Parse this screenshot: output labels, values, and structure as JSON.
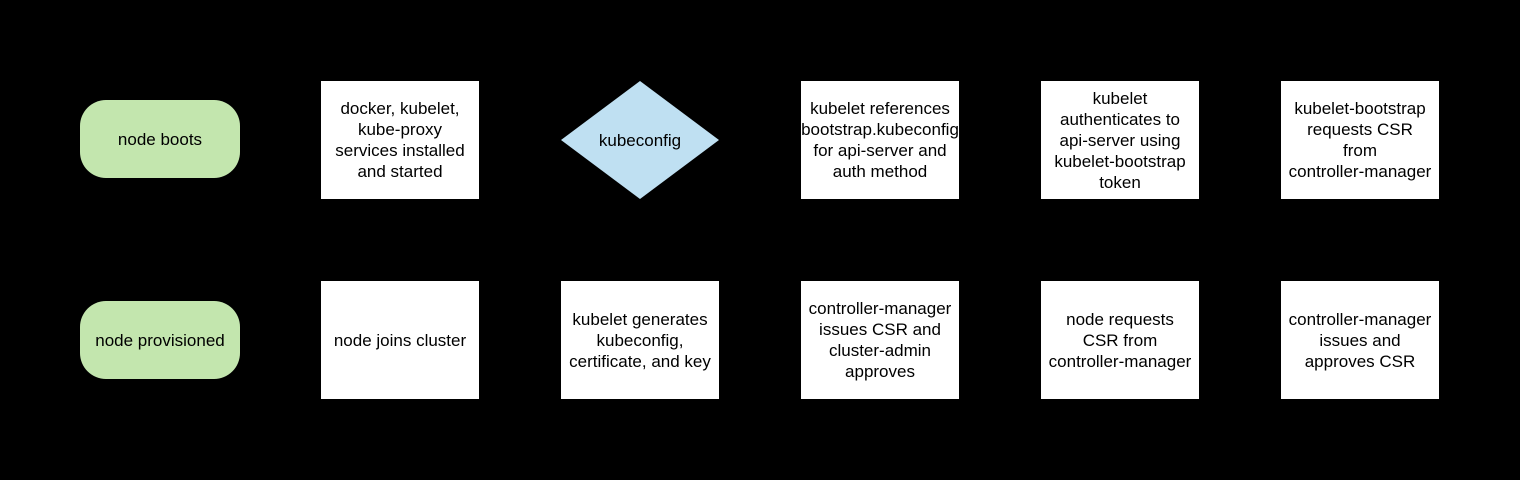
{
  "diagram": {
    "title_hint": "kubelet TLS bootstrap flow",
    "background": "#000000",
    "colors": {
      "terminator_fill": "#c3e6ae",
      "decision_fill": "#bfe0f2",
      "process_fill": "#ffffff",
      "text": "#000000"
    },
    "nodes": [
      {
        "id": "node-boots",
        "type": "terminator",
        "row": 1,
        "col": 1,
        "label": "node boots"
      },
      {
        "id": "services-installed",
        "type": "process",
        "row": 1,
        "col": 2,
        "label": "docker, kubelet,\nkube-proxy\nservices installed\nand started"
      },
      {
        "id": "kubeconfig-decision",
        "type": "decision",
        "row": 1,
        "col": 3,
        "label": "kubeconfig"
      },
      {
        "id": "references-bootstrap-kubeconfig",
        "type": "process",
        "row": 1,
        "col": 4,
        "label": "kubelet references\nbootstrap.kubeconfig\nfor api-server and\nauth method"
      },
      {
        "id": "authenticates-with-token",
        "type": "process",
        "row": 1,
        "col": 5,
        "label": "kubelet\nauthenticates to\napi-server using\nkubelet-bootstrap\ntoken"
      },
      {
        "id": "bootstrap-requests-csr",
        "type": "process",
        "row": 1,
        "col": 6,
        "label": "kubelet-bootstrap\nrequests CSR\nfrom\ncontroller-manager"
      },
      {
        "id": "node-provisioned",
        "type": "terminator",
        "row": 2,
        "col": 1,
        "label": "node provisioned"
      },
      {
        "id": "node-joins-cluster",
        "type": "process",
        "row": 2,
        "col": 2,
        "label": "node joins cluster"
      },
      {
        "id": "generates-kubeconfig",
        "type": "process",
        "row": 2,
        "col": 3,
        "label": "kubelet generates\nkubeconfig,\ncertificate, and key"
      },
      {
        "id": "cm-issues-admin-approves",
        "type": "process",
        "row": 2,
        "col": 4,
        "label": "controller-manager\nissues CSR and\ncluster-admin\napproves"
      },
      {
        "id": "node-requests-csr",
        "type": "process",
        "row": 2,
        "col": 5,
        "label": "node requests\nCSR from\ncontroller-manager"
      },
      {
        "id": "cm-issues-and-approves",
        "type": "process",
        "row": 2,
        "col": 6,
        "label": "controller-manager\nissues and\napproves CSR"
      }
    ]
  }
}
